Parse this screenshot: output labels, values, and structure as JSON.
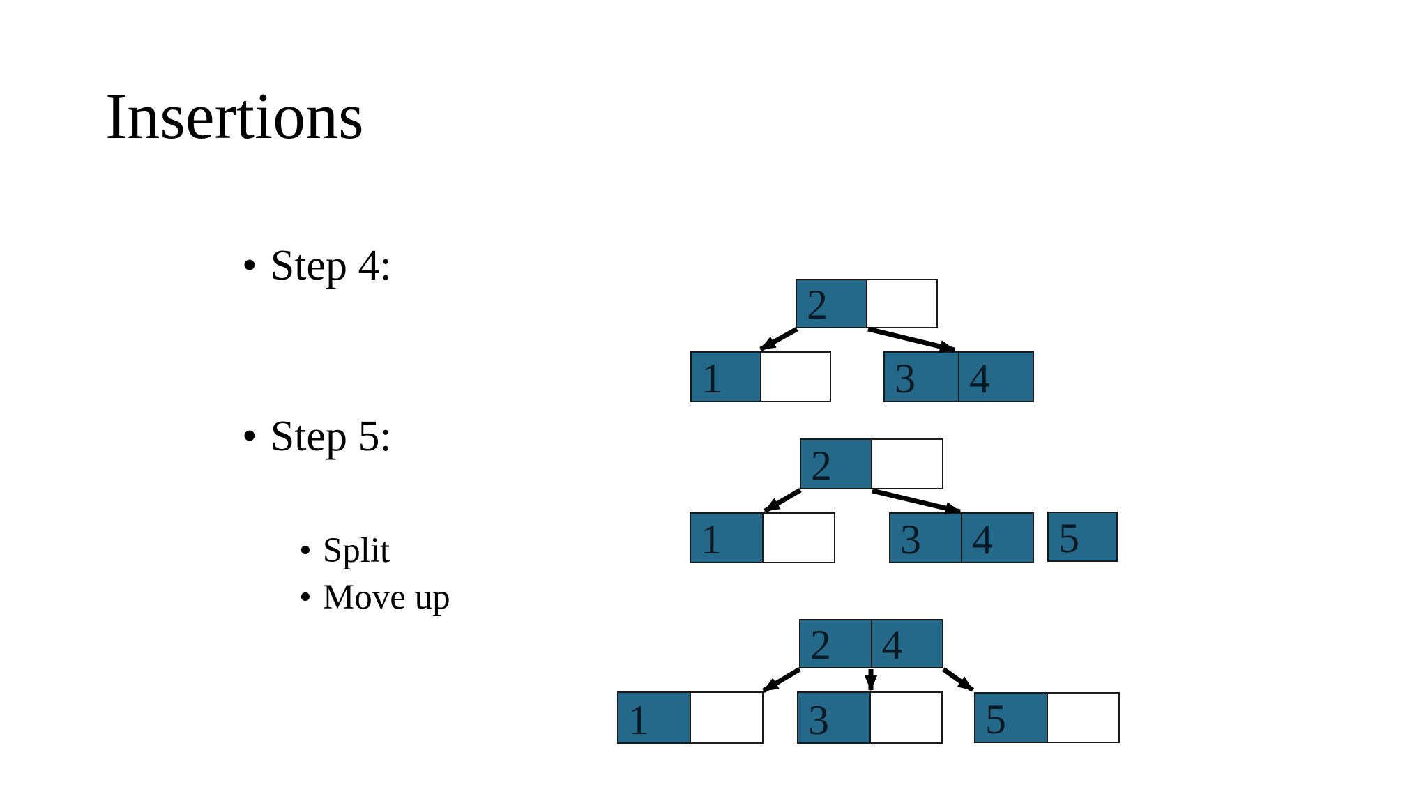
{
  "slide": {
    "title": "Insertions"
  },
  "bullets": [
    {
      "label": "Step 4:",
      "level": 1
    },
    {
      "label": "Step 5:",
      "level": 1
    },
    {
      "label": "Split",
      "level": 2
    },
    {
      "label": "Move up",
      "level": 2
    }
  ],
  "colors": {
    "cell_fill": "#24688A",
    "cell_empty": "#ffffff",
    "border": "#1a1a1a",
    "arrow": "#000000",
    "text": "#0a1a24",
    "background": "#ffffff"
  },
  "diagrams": [
    {
      "name": "step4-tree",
      "nodes": [
        {
          "id": "t1-root",
          "cells": [
            {
              "value": "2",
              "filled": true
            },
            {
              "value": "",
              "filled": false
            }
          ]
        },
        {
          "id": "t1-left",
          "cells": [
            {
              "value": "1",
              "filled": true
            },
            {
              "value": "",
              "filled": false
            }
          ]
        },
        {
          "id": "t1-right",
          "cells": [
            {
              "value": "3",
              "filled": true
            },
            {
              "value": "4",
              "filled": true
            }
          ]
        }
      ],
      "arrows": [
        {
          "from": "t1-root",
          "to": "t1-left"
        },
        {
          "from": "t1-root",
          "to": "t1-right"
        }
      ]
    },
    {
      "name": "step5-before-split-tree",
      "nodes": [
        {
          "id": "t2-root",
          "cells": [
            {
              "value": "2",
              "filled": true
            },
            {
              "value": "",
              "filled": false
            }
          ]
        },
        {
          "id": "t2-left",
          "cells": [
            {
              "value": "1",
              "filled": true
            },
            {
              "value": "",
              "filled": false
            }
          ]
        },
        {
          "id": "t2-right",
          "cells": [
            {
              "value": "3",
              "filled": true
            },
            {
              "value": "4",
              "filled": true
            }
          ]
        },
        {
          "id": "t2-extra",
          "cells": [
            {
              "value": "5",
              "filled": true
            }
          ]
        }
      ],
      "arrows": [
        {
          "from": "t2-root",
          "to": "t2-left"
        },
        {
          "from": "t2-root",
          "to": "t2-right"
        }
      ]
    },
    {
      "name": "step5-after-split-tree",
      "nodes": [
        {
          "id": "t3-root",
          "cells": [
            {
              "value": "2",
              "filled": true
            },
            {
              "value": "4",
              "filled": true
            }
          ]
        },
        {
          "id": "t3-left",
          "cells": [
            {
              "value": "1",
              "filled": true
            },
            {
              "value": "",
              "filled": false
            }
          ]
        },
        {
          "id": "t3-mid",
          "cells": [
            {
              "value": "3",
              "filled": true
            },
            {
              "value": "",
              "filled": false
            }
          ]
        },
        {
          "id": "t3-right",
          "cells": [
            {
              "value": "5",
              "filled": true
            },
            {
              "value": "",
              "filled": false
            }
          ]
        }
      ],
      "arrows": [
        {
          "from": "t3-root",
          "to": "t3-left"
        },
        {
          "from": "t3-root",
          "to": "t3-mid"
        },
        {
          "from": "t3-root",
          "to": "t3-right"
        }
      ]
    }
  ]
}
